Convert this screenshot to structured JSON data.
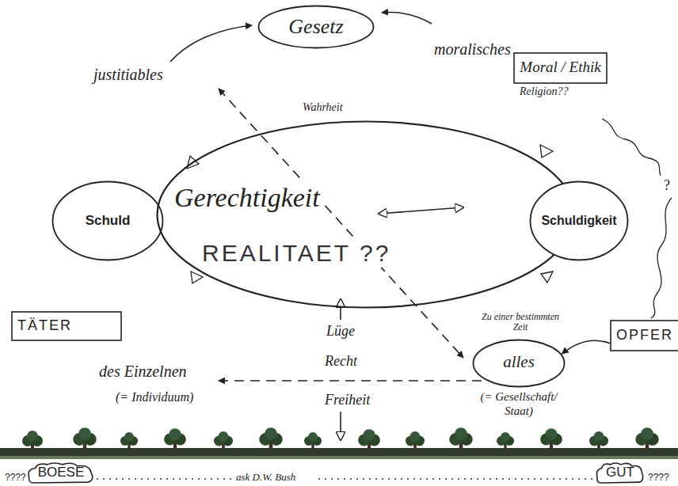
{
  "diagram": {
    "nodes": [
      {
        "text": [
          "Gesetz"
        ]
      },
      {
        "text": [
          "Moral / Ethik"
        ]
      },
      {
        "text": [
          "Schuld"
        ]
      },
      {
        "text": [
          "Gerechtigkeit",
          "REALITAET ??"
        ]
      },
      {
        "text": [
          "Schuldigkeit"
        ]
      },
      {
        "text": [
          "TÄTER"
        ]
      },
      {
        "text": [
          "OPFER"
        ]
      },
      {
        "text": [
          "alles",
          "(= Gesellschaft/ Staat)"
        ]
      },
      {
        "text": [
          "BOESE"
        ]
      },
      {
        "text": [
          "GUT"
        ]
      }
    ],
    "edges": [
      {
        "from": 6,
        "to": 7,
        "arrow": "to",
        "label": "Zu einer bestimmten Zeit"
      }
    ],
    "labels": [
      "justitiables",
      "moralisches",
      "Religion??",
      "?",
      "Wahrheit",
      "Lüge",
      "Recht",
      "Freiheit",
      "des Einzelnen",
      "(= Individuum)",
      "????",
      "ask D.W. Bush",
      "????"
    ]
  }
}
